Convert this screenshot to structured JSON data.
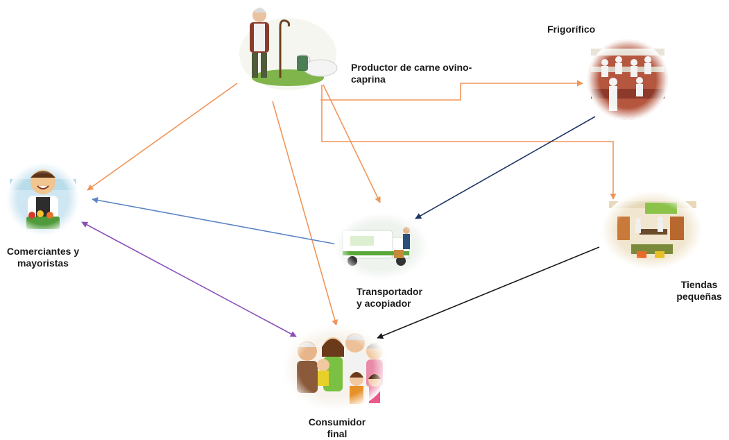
{
  "nodes": {
    "productor": {
      "label_line1": "Productor de carne ovino-",
      "label_line2": "caprina"
    },
    "frigorifico": {
      "label": "Frigorífico"
    },
    "comerciantes": {
      "label_line1": "Comerciantes y",
      "label_line2": "mayoristas"
    },
    "transportador": {
      "label_line1": "Transportador",
      "label_line2": "y acopiador"
    },
    "tiendas": {
      "label_line1": "Tiendas",
      "label_line2": "pequeñas"
    },
    "consumidor": {
      "label_line1": "Consumidor",
      "label_line2": "final"
    }
  },
  "colors": {
    "orange": "#f0955a",
    "blue": "#5b84c4",
    "navy": "#1f3566",
    "purple": "#8a4fb8",
    "black": "#1a1a1a"
  }
}
